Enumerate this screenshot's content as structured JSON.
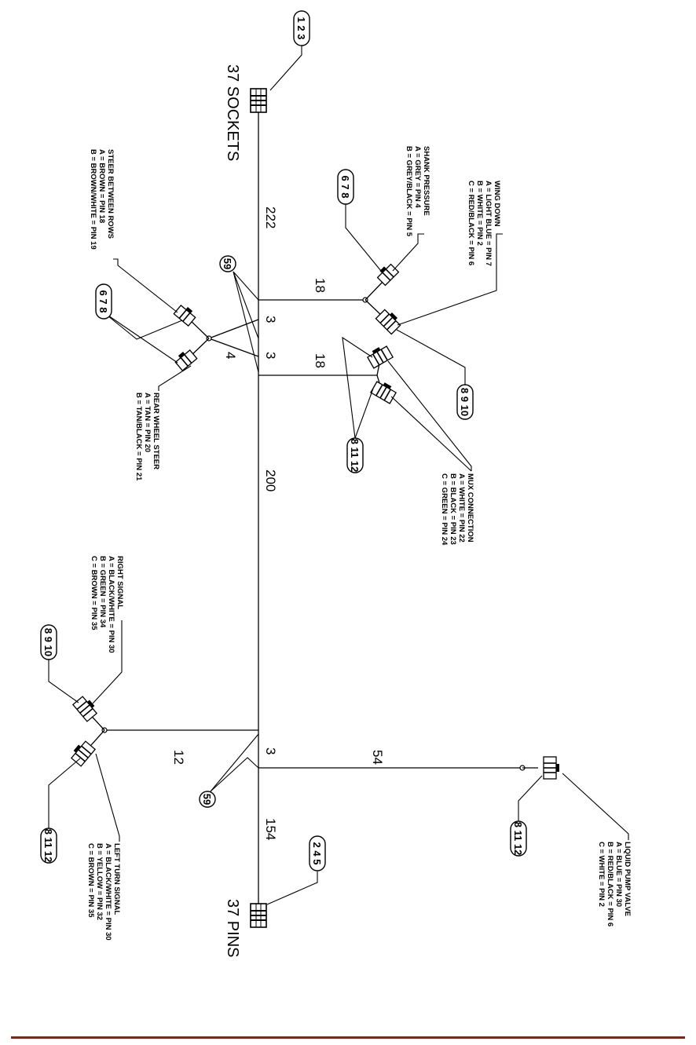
{
  "end_labels": {
    "sockets": "37 SOCKETS",
    "pins": "37 PINS"
  },
  "lengths": {
    "trunk_top": "222",
    "trunk_mid": "200",
    "trunk_bottom": "154",
    "wing_branch": "18",
    "mux_branch": "18",
    "steer_branch_a": "3",
    "steer_branch_b": "3",
    "steer_stub": "4",
    "signal_branch": "12",
    "pump_stub": "3",
    "pump_branch": "54"
  },
  "callouts": {
    "sockets_ref": "1 2 3",
    "pins_ref": "2 4 5",
    "shank_ref": "6 7 8",
    "wing_ref": "8 9 10",
    "mux_ref": "8 11 12",
    "steer_ref": "6 7 8",
    "ground_top": "59",
    "ground_bottom": "59",
    "right_signal_ref": "8 9 10",
    "left_signal_ref": "8 11 12",
    "pump_ref": "8 11 12"
  },
  "notes": {
    "wing_down": [
      "WING DOWN",
      "A = LIGHT BLUE = PIN 7",
      "B = WHITE = PIN 2",
      "C = RED/BLACK = PIN 6"
    ],
    "shank_pressure": [
      "SHANK PRESSURE",
      "A = GREY = PIN 4",
      "B = GREY/BLACK = PIN 5"
    ],
    "steer_between_rows": [
      "STEER BETWEEN ROWS",
      "A = BROWN = PIN 18",
      "B = BROWN/WHITE = PIN 19"
    ],
    "rear_wheel_steer": [
      "REAR WHEEL STEER",
      "A = TAN = PIN 20",
      "B = TAN/BLACK = PIN 21"
    ],
    "mux_connection": [
      "MUX CONNECTION",
      "A = WHITE = PIN 22",
      "B = BLACK = PIN 23",
      "C = GREEN = PIN 24"
    ],
    "right_signal": [
      "RIGHT SIGNAL",
      "A = BLACK/WHITE = PIN 30",
      "B = GREEN = PIN 34",
      "C = BROWN = PIN 35"
    ],
    "left_turn_signal": [
      "LEFT TURN SIGNAL",
      "A = BLACK/WHITE = PIN 30",
      "B = YELLOW = PIN 32",
      "C = BROWN = PIN 35"
    ],
    "liquid_pump_valve": [
      "LIQUID PUMP VALVE",
      "A = BLUE = PIN 30",
      "B = RED/BLACK = PIN 6",
      "C = WHITE = PIN 2"
    ]
  },
  "colors": {
    "line": "#000000",
    "footer_rule": "#6f2a22"
  }
}
